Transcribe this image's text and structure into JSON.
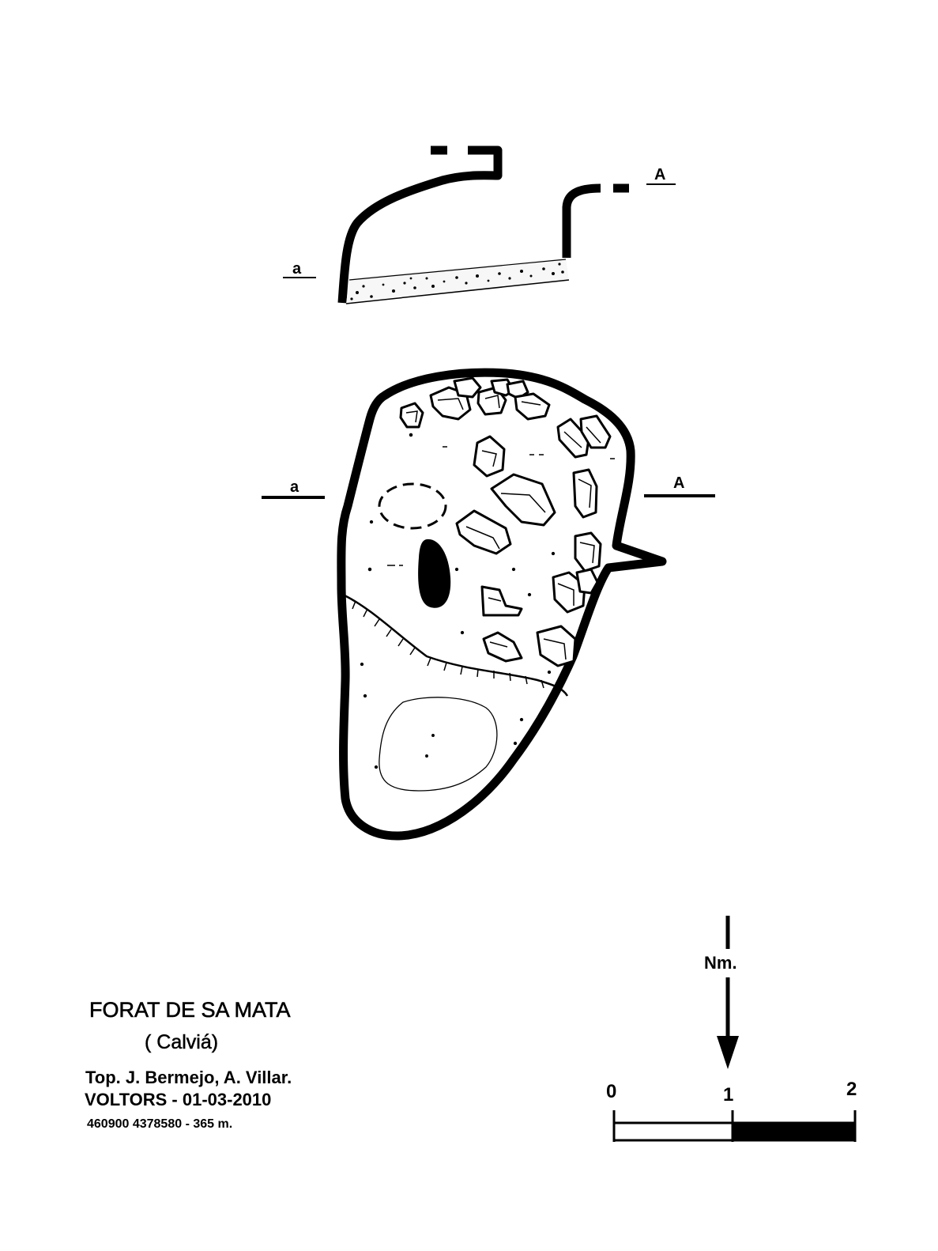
{
  "title": "FORAT DE SA MATA",
  "municipality": "( Calviá)",
  "authors": "Top. J. Bermejo, A. Villar.",
  "club_date": "VOLTORS - 01-03-2010",
  "coordinates": "460900 4378580 - 365 m.",
  "section_labels": {
    "profile_left": "a",
    "profile_right": "A",
    "plan_left": "a",
    "plan_right": "A"
  },
  "north": {
    "label": "Nm."
  },
  "scale": {
    "ticks": [
      "0",
      "1",
      "2"
    ]
  },
  "colors": {
    "ink": "#000000",
    "paper": "#ffffff"
  }
}
